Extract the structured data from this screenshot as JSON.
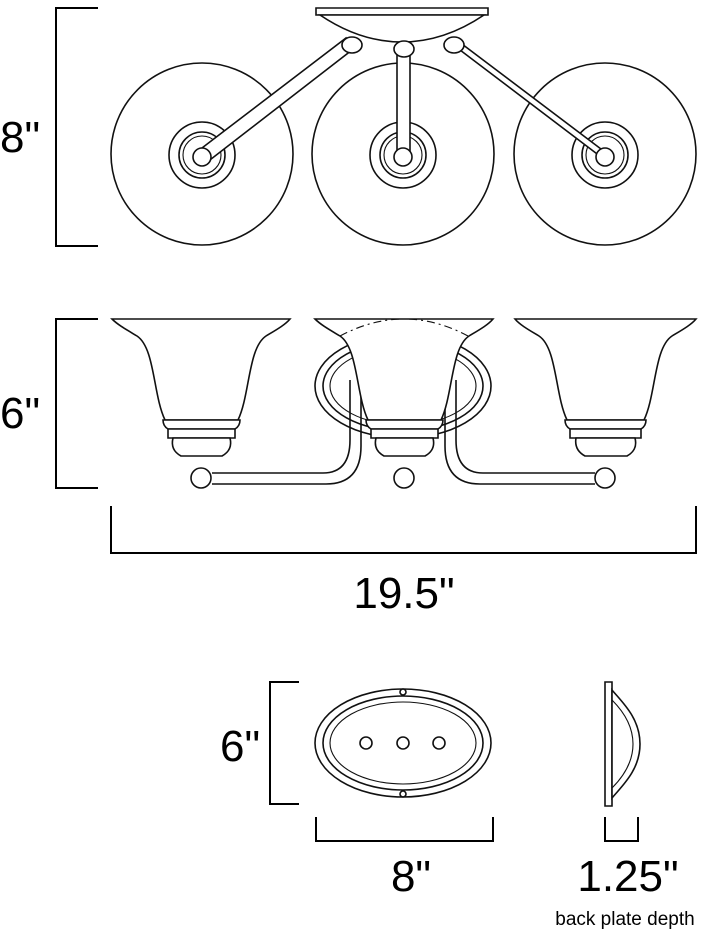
{
  "top_view": {
    "height_label": "8\""
  },
  "front_view": {
    "height_label": "6\"",
    "width_label": "19.5\""
  },
  "back_plate": {
    "height_label": "6\"",
    "width_label": "8\"",
    "depth_label": "1.25\"",
    "depth_caption": "back plate depth"
  }
}
